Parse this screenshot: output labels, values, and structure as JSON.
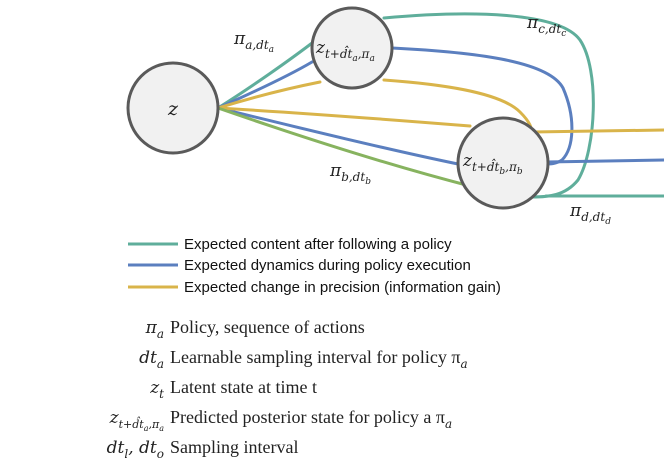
{
  "colors": {
    "content": "#5fae9b",
    "dynamics": "#5b7fbf",
    "precision": "#d9b44a",
    "policy_b": "#87b35f",
    "node_fill": "#f1f1f1",
    "node_stroke": "#5a5a5a"
  },
  "nodes": {
    "z": "z",
    "za": {
      "base": "z",
      "sub": "t+d̂t",
      "subsub": "a",
      "tail": ",π",
      "tailsub": "a"
    },
    "zb": {
      "base": "z",
      "sub": "t+d̂t",
      "subsub": "b",
      "tail": ",π",
      "tailsub": "b"
    }
  },
  "edge_labels": {
    "pa": {
      "base": "π",
      "sub": "a,dt",
      "subsub": "a"
    },
    "pb": {
      "base": "π",
      "sub": "b,dt",
      "subsub": "b"
    },
    "pc": {
      "base": "π",
      "sub": "c,dt",
      "subsub": "c"
    },
    "pd": {
      "base": "π",
      "sub": "d,dt",
      "subsub": "d"
    }
  },
  "legend": [
    {
      "color_key": "content",
      "label": "Expected content after following a policy"
    },
    {
      "color_key": "dynamics",
      "label": "Expected dynamics during policy execution"
    },
    {
      "color_key": "precision",
      "label": "Expected change in precision (information gain)"
    }
  ],
  "definitions": [
    {
      "sym": "π",
      "sub": "a",
      "text": "Policy, sequence of actions"
    },
    {
      "sym": "dt",
      "sub": "a",
      "text": "Learnable sampling interval for policy π",
      "text_sub": "a"
    },
    {
      "sym": "z",
      "sub": "t",
      "text": "Latent state at time t"
    },
    {
      "sym": "z",
      "sub": "t+d̂t",
      "subsub": "a",
      "tail": ",π",
      "tailsub": "a",
      "text": "Predicted posterior state for policy a π",
      "text_sub": "a"
    },
    {
      "sym": "dt",
      "sub": "l",
      "extra": ", dt",
      "extrasub": "o",
      "text": "Sampling interval"
    }
  ]
}
